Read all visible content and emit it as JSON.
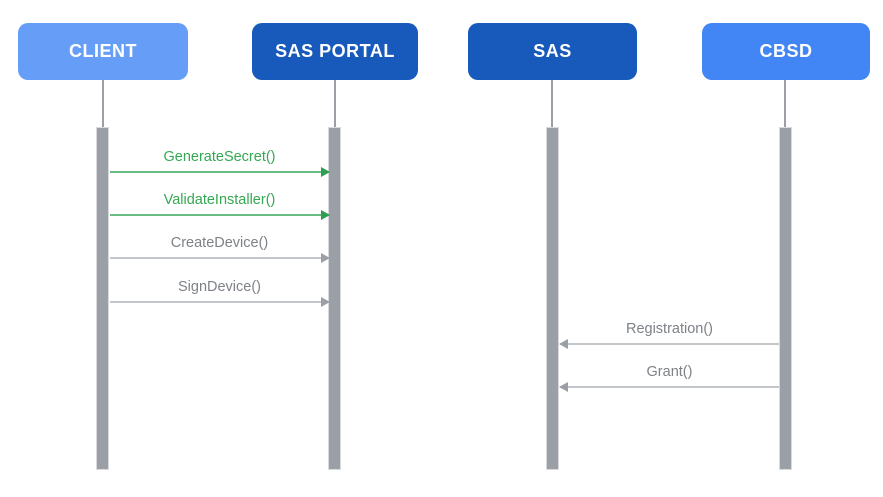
{
  "diagram": {
    "type": "sequence",
    "actors": [
      {
        "id": "client",
        "label": "CLIENT",
        "box_color": "#669DF6",
        "text_color": "#FFFFFF"
      },
      {
        "id": "sas-portal",
        "label": "SAS PORTAL",
        "box_color": "#185ABC",
        "text_color": "#FFFFFF"
      },
      {
        "id": "sas",
        "label": "SAS",
        "box_color": "#185ABC",
        "text_color": "#FFFFFF"
      },
      {
        "id": "cbsd",
        "label": "CBSD",
        "box_color": "#4285F4",
        "text_color": "#FFFFFF"
      }
    ],
    "messages": [
      {
        "label": "GenerateSecret()",
        "from": "CLIENT",
        "to": "SAS PORTAL",
        "direction": "right",
        "color": "#34A853",
        "style": "highlighted"
      },
      {
        "label": "ValidateInstaller()",
        "from": "CLIENT",
        "to": "SAS PORTAL",
        "direction": "right",
        "color": "#34A853",
        "style": "highlighted"
      },
      {
        "label": "CreateDevice()",
        "from": "CLIENT",
        "to": "SAS PORTAL",
        "direction": "right",
        "color": "#7D8287",
        "style": "normal"
      },
      {
        "label": "SignDevice()",
        "from": "CLIENT",
        "to": "SAS PORTAL",
        "direction": "right",
        "color": "#7D8287",
        "style": "normal"
      },
      {
        "label": "Registration()",
        "from": "CBSD",
        "to": "SAS",
        "direction": "left",
        "color": "#7D8287",
        "style": "normal"
      },
      {
        "label": "Grant()",
        "from": "CBSD",
        "to": "SAS",
        "direction": "left",
        "color": "#7D8287",
        "style": "normal"
      }
    ],
    "lifeline_color": "#9AA0A6"
  }
}
